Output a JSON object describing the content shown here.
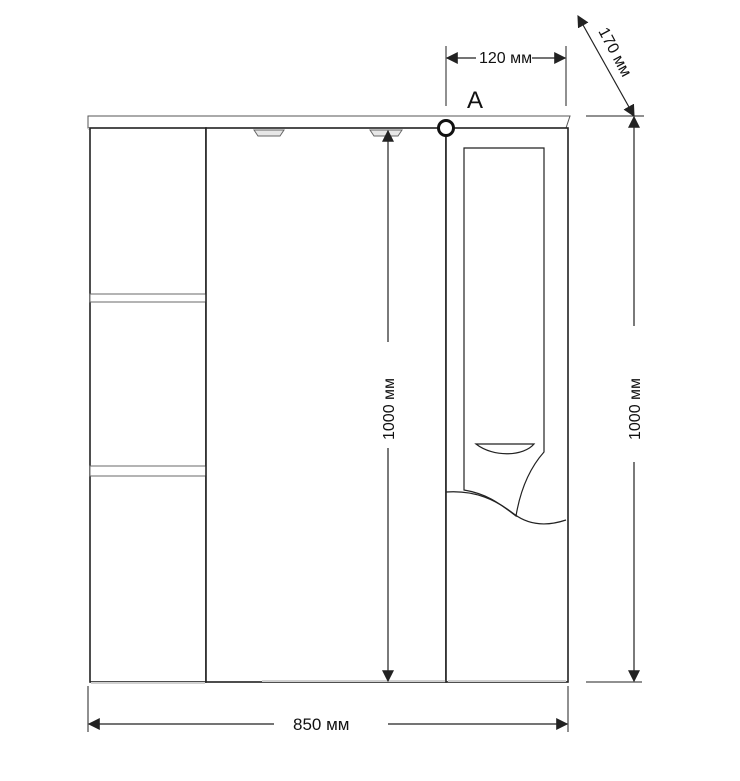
{
  "diagram": {
    "dimensions": {
      "top_width": "120 мм",
      "depth": "170 мм",
      "center_height": "1000 мм",
      "right_height": "1000 мм",
      "bottom_width": "850 мм"
    },
    "point_label": "A"
  },
  "colors": {
    "line": "#222222",
    "thin": "#555555",
    "shadow": "#c9c9c9",
    "background": "#ffffff"
  }
}
